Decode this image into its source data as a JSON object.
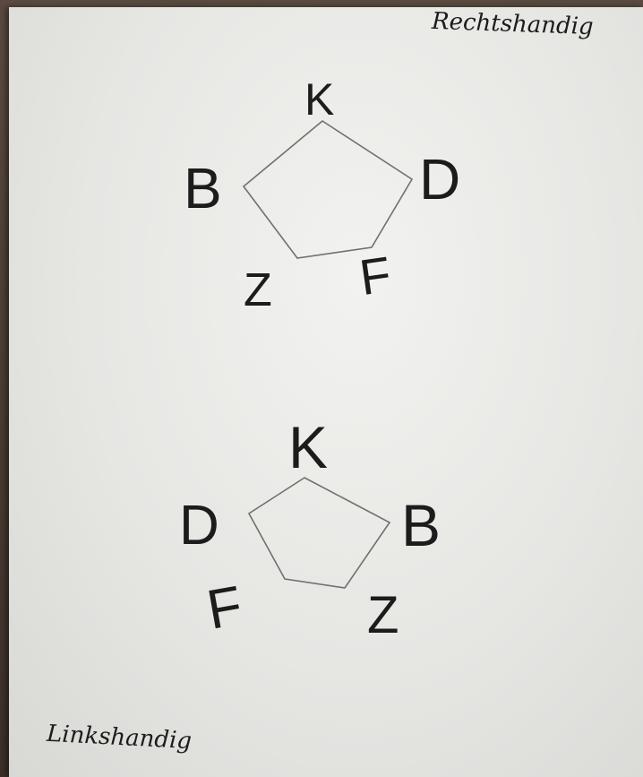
{
  "notes": {
    "right_handed": "Rechtshandig",
    "left_handed": "Linkshandig"
  },
  "diagram_top": {
    "top": "K",
    "left": "B",
    "right": "D",
    "bottom_left": "Z",
    "bottom_right": "F"
  },
  "diagram_bottom": {
    "top": "K",
    "left": "D",
    "right": "B",
    "bottom_left": "F",
    "bottom_right": "Z"
  }
}
